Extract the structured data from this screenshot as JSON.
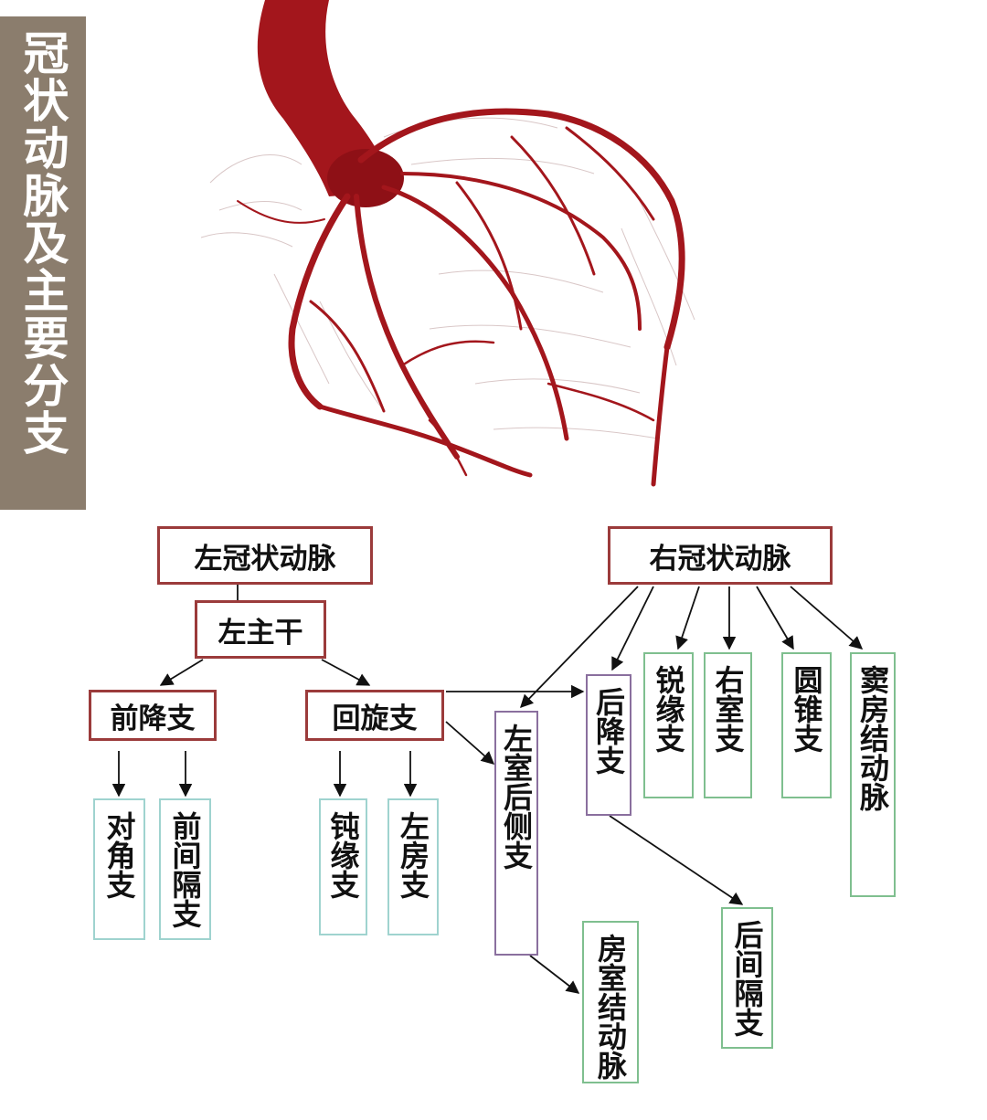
{
  "side_title": "冠状动脉及主要分支",
  "nodes": {
    "lca": "左冠状动脉",
    "rca": "右冠状动脉",
    "lm": "左主干",
    "lad": "前降支",
    "lcx": "回旋支",
    "diag": "对角支",
    "septal": "前间隔支",
    "om": "钝缘支",
    "la": "左房支",
    "plv": "左室后侧支",
    "pda": "后降支",
    "am": "锐缘支",
    "rv": "右室支",
    "conus": "圆锥支",
    "sa": "窦房结动脉",
    "avn": "房室结动脉",
    "ppsb": "后间隔支"
  },
  "colors": {
    "artery": "#a3161c",
    "title_bg": "#8b7d6d",
    "box_border_red": "#9b3b3b",
    "box_border_teal": "#9fd3cf",
    "box_border_green": "#7fbf8f",
    "box_border_purple": "#8a6f9e"
  }
}
